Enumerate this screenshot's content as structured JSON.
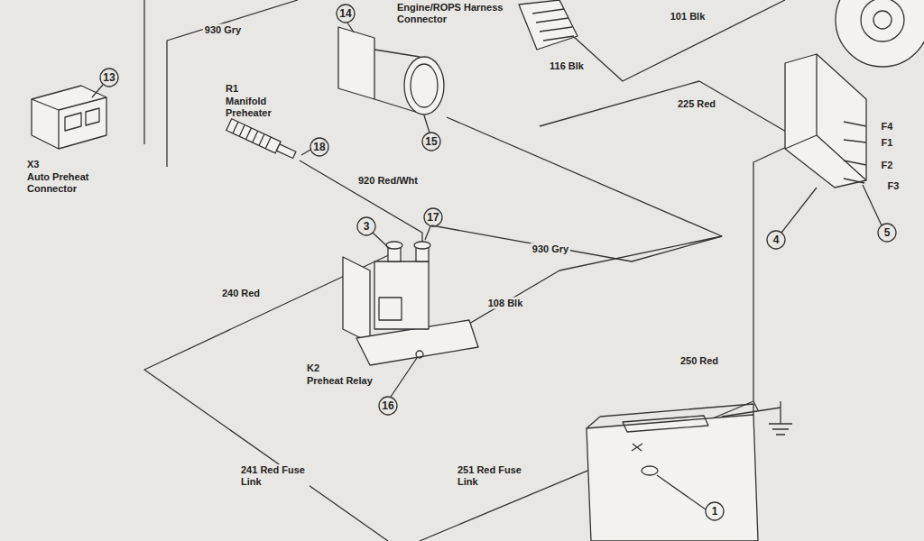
{
  "diagram": {
    "labels": [
      "930 Gry",
      "Engine/ROPS Harness Connector",
      "14",
      "13",
      "15",
      "18",
      "3",
      "17",
      "16",
      "4",
      "5",
      "1",
      "X3",
      "Auto Preheat Connector",
      "R1",
      "Manifold Preheater",
      "920 Red/Wht",
      "101 Blk",
      "116 Blk",
      "225 Red",
      "F4",
      "F1",
      "F2",
      "F3",
      "930 Gry",
      "240 Red",
      "108 Blk",
      "K2",
      "Preheat Relay",
      "250 Red",
      "241 Red Fuse Link",
      "251 Red Fuse Link"
    ]
  }
}
